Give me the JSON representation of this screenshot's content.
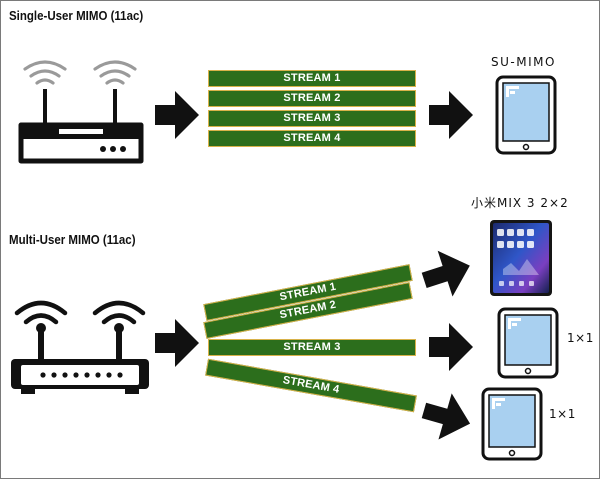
{
  "su_section": {
    "title": "Single-User MIMO (11ac)",
    "device_label": "SU-MIMO",
    "streams": [
      "STREAM 1",
      "STREAM 2",
      "STREAM 3",
      "STREAM 4"
    ]
  },
  "mu_section": {
    "title": "Multi-User MIMO (11ac)",
    "phone_label": "小米MIX 3 2×2",
    "tablet1_label": "1×1",
    "tablet2_label": "1×1",
    "streams": [
      "STREAM 1",
      "STREAM 2",
      "STREAM 3",
      "STREAM 4"
    ]
  },
  "colors": {
    "stream_fill": "#2c6e1c",
    "stream_border": "#d8b24a",
    "tablet_screen": "#a9d0f0",
    "arrow": "#111111"
  }
}
